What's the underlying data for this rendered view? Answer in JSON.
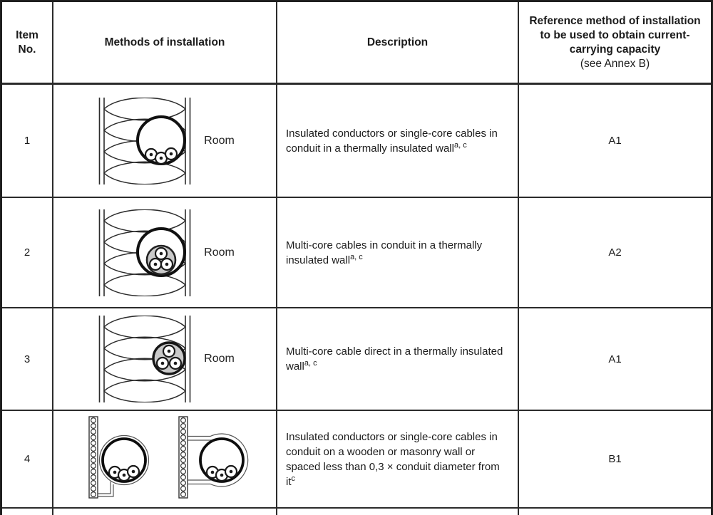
{
  "header": {
    "item_line1": "Item",
    "item_line2": "No.",
    "methods": "Methods of installation",
    "description": "Description",
    "reference_main": "Reference method of installation to be used to obtain current-carrying capacity",
    "reference_note": "(see Annex B)"
  },
  "rows": [
    {
      "item_no": "1",
      "diagrams": [
        "insulated-wall-conduit-with-single-core-conductors-diagram"
      ],
      "room_label": "Room",
      "description": "Insulated conductors or single-core cables in conduit in a thermally insulated wall",
      "footnote_refs": "a, c",
      "reference_method": "A1"
    },
    {
      "item_no": "2",
      "diagrams": [
        "insulated-wall-conduit-with-multicore-cable-diagram"
      ],
      "room_label": "Room",
      "description": "Multi-core cables in conduit in a thermally insulated wall",
      "footnote_refs": "a, c",
      "reference_method": "A2"
    },
    {
      "item_no": "3",
      "diagrams": [
        "insulated-wall-multicore-cable-direct-diagram"
      ],
      "room_label": "Room",
      "description": "Multi-core cable direct in a thermally insulated wall",
      "footnote_refs": "a, c",
      "reference_method": "A1"
    },
    {
      "item_no": "4",
      "diagrams": [
        "conduit-on-masonry-wall-diagram",
        "conduit-spaced-from-masonry-wall-diagram"
      ],
      "room_label": "",
      "description": "Insulated conductors or single-core cables in conduit on a wooden or masonry wall or spaced less than 0,3 × conduit diameter from it",
      "footnote_refs": "c",
      "reference_method": "B1"
    }
  ],
  "colors": {
    "background": "#ffffff",
    "line": "#2b2b2b",
    "text": "#1b1b1b",
    "cable_filler_gray": "#c9c9c9"
  }
}
